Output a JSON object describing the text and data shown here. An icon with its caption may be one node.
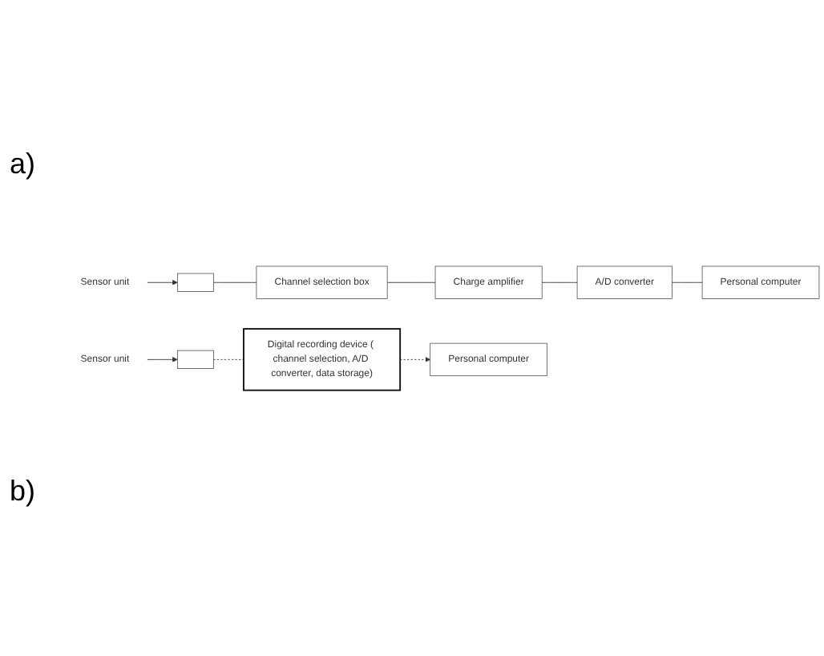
{
  "diagram": {
    "nodes": [
      {
        "text": [
          "Sensor unit"
        ]
      },
      {
        "text": [],
        "shape": "box"
      },
      {
        "text": [
          "Channel selection box"
        ]
      },
      {
        "text": [
          "Charge amplifier"
        ]
      },
      {
        "text": [
          "Personal computer"
        ]
      },
      {
        "text": [
          "A/D converter"
        ]
      },
      {
        "text": [
          "Sensor unit"
        ]
      },
      {
        "text": [],
        "shape": "box"
      },
      {
        "text": [
          "Digital recording device ( channel selection, A/D converter, data storage)"
        ]
      },
      {
        "text": [
          "Personal computer"
        ]
      }
    ],
    "edges": [
      {
        "from": 0,
        "to": 1,
        "arrow": "to"
      },
      {
        "from": 1,
        "to": 2,
        "arrow": "none"
      },
      {
        "from": 2,
        "to": 3,
        "arrow": "none"
      },
      {
        "from": 3,
        "to": 5,
        "arrow": "none"
      },
      {
        "from": 5,
        "to": 4,
        "arrow": "none"
      },
      {
        "from": 6,
        "to": 7,
        "arrow": "to"
      },
      {
        "from": 7,
        "to": 8,
        "arrow": "none",
        "style": "dashed"
      },
      {
        "from": 8,
        "to": 9,
        "arrow": "to",
        "style": "dashed"
      }
    ],
    "labels": [
      "a)",
      "b)"
    ]
  }
}
